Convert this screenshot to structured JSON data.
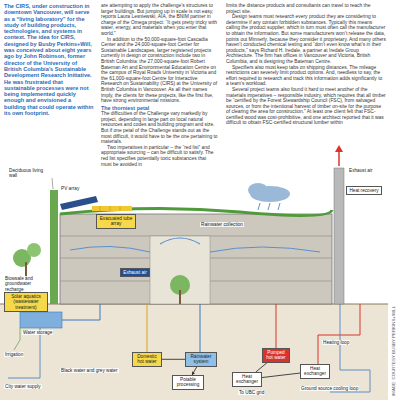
{
  "diagram": {
    "nodes": [
      {
        "text": [
          "Evacuated tube array"
        ]
      },
      {
        "text": [
          "Exhaust air"
        ]
      },
      {
        "text": [
          "Heat recovery"
        ]
      },
      {
        "text": [
          "Solar aquatics (wastewater treatment)"
        ]
      },
      {
        "text": [
          "Domestic hot water"
        ]
      },
      {
        "text": [
          "Rainwater system"
        ]
      },
      {
        "text": [
          "Pumped hot water"
        ]
      },
      {
        "text": [
          "Potable processing"
        ]
      },
      {
        "text": [
          "Heat exchanger"
        ]
      },
      {
        "text": [
          "Heat exchanger"
        ]
      }
    ],
    "edges": [
      {
        "from": 4,
        "to": 5,
        "arrow": "none"
      },
      {
        "from": 5,
        "to": 7,
        "arrow": "to"
      },
      {
        "from": 6,
        "to": 8,
        "arrow": "none"
      },
      {
        "from": 8,
        "to": 9,
        "arrow": "none"
      }
    ],
    "labels": [
      "The CIRS, under construction in downtown Vancouver, will serve as a “living laboratory” for the study of building products, technologies, and systems in context. The idea for CIRS, designed by Busby Perkins+Will, was conceived about eight years ago by John Robinson, former director of the University of British Columbia’s Sustainable Development Research Initiative. He was frustrated that sustainable processes were not being implemented quickly enough and envisioned a building that could operate within its own footprint.",
      "are attempting to apply the challenge’s structures to larger buildings. But jumping up in scale is not easy, reports Laura Lesniewski, AIA, the BNIM partner in charge of the Omega project: “It gets pretty tricky with water, energy, and materials when you enter that world.”",
      "In addition to the 50,000-square-foot Cascadia Center and the 24,000-square-foot Center for Sustainable Landscapes, larger registered projects currently in design or construction include two in British Columbia: the 27,000-square-foot Robert Bateman Art and Environmental Education Centre on the campus of Royal Roads University in Victoria and the 61,000-square-foot Centre for Interactive Research on Sustainability (CIRS) at the University of British Columbia in Vancouver. As all their names imply, the clients for these projects, like the first five, have strong environmental missions.",
      "The thorniest petal",
      "The difficulties of the Challenge vary markedly by project, depending in large part on local natural resources and codes and building program and size. But if one petal of the Challenge stands out as the most difficult, it would have to be the one pertaining to materials.",
      "Two imperatives in particular – the “red list” and appropriate sourcing – can be difficult to satisfy. The red list specifies potentially toxic substances that must be avoided in",
      "limits the distance products and consultants can travel to reach the project site.",
      "Design teams must research every product they are considering to determine if any contain forbidden substances. Typically this means calling the product supplier, which in turn must often call the manufacturer to obtain the information. But some manufacturers won’t release the data, points out Minnerly, because they consider it proprietary. And many others haven’t conducted chemical testing and “don’t even know what’s in their products,” says Richard H. Iredale, a partner at Iredale Group Architecture. The firm has offices in Vancouver and Victoria, British Columbia, and is designing the Bateman Centre.",
      "Specifiers also must keep tabs on shipping distances. The mileage restrictions can severely limit product options. And, needless to say, the effort required to research and track this information adds significantly to a team’s workload.",
      "Several project teams also found it hard to meet another of the materials imperatives – responsible industry, which requires that all timber be “certified by the Forest Stewardship Council (FSC), from salvaged sources, or from the intentional harvest of timber on-site for the purpose of clearing the area for construction.” At least one client felt that FSC-certified wood was cost-prohibitive, and one architect reported that it was difficult to obtain FSC-certified structural lumber within",
      "Deciduous living wall",
      "PV array",
      "Rainwater collection",
      "Exhaust air",
      "Bioswale and groundwater recharge",
      "Water storage",
      "Irrigation",
      "Black water and grey water",
      "Heating loop",
      "To UBC grid",
      "City water supply",
      "Ground source cooling loop",
      "IMAGE: COURTESY BUSBY PERKINS+WILL"
    ]
  }
}
